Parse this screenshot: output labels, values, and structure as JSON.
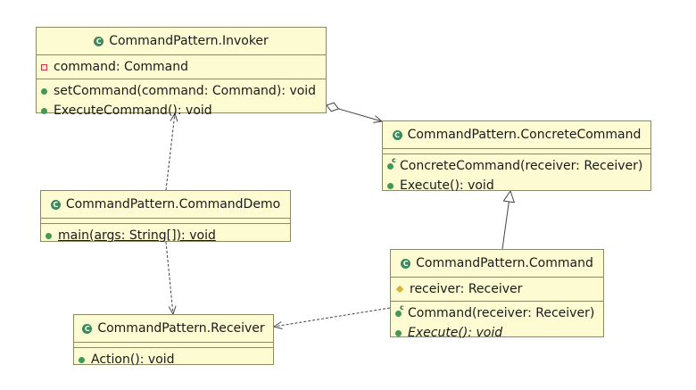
{
  "classes": {
    "invoker": {
      "name": "CommandPattern.Invoker",
      "fields": [
        {
          "text": "command: Command",
          "visibility": "private"
        }
      ],
      "methods": [
        {
          "text": "setCommand(command: Command): void",
          "visibility": "public"
        },
        {
          "text": "ExecuteCommand(): void",
          "visibility": "public"
        }
      ]
    },
    "concrete_command": {
      "name": "CommandPattern.ConcreteCommand",
      "fields": [],
      "methods": [
        {
          "text": "ConcreteCommand(receiver: Receiver)",
          "visibility": "constructor"
        },
        {
          "text": "Execute(): void",
          "visibility": "public"
        }
      ]
    },
    "command_demo": {
      "name": "CommandPattern.CommandDemo",
      "fields": [],
      "methods": [
        {
          "text": "main(args: String[]): void",
          "visibility": "public",
          "static": true
        }
      ]
    },
    "command": {
      "name": "CommandPattern.Command",
      "fields": [
        {
          "text": "receiver: Receiver",
          "visibility": "protected"
        }
      ],
      "methods": [
        {
          "text": "Command(receiver: Receiver)",
          "visibility": "constructor"
        },
        {
          "text": "Execute(): void",
          "visibility": "public",
          "abstract": true
        }
      ]
    },
    "receiver": {
      "name": "CommandPattern.Receiver",
      "fields": [],
      "methods": [
        {
          "text": "Action(): void",
          "visibility": "public"
        }
      ]
    }
  },
  "relations": [
    {
      "from": "invoker",
      "to": "concrete_command",
      "kind": "aggregation"
    },
    {
      "from": "command",
      "to": "concrete_command",
      "kind": "generalization"
    },
    {
      "from": "command_demo",
      "to": "invoker",
      "kind": "dependency"
    },
    {
      "from": "command_demo",
      "to": "receiver",
      "kind": "dependency"
    },
    {
      "from": "command",
      "to": "receiver",
      "kind": "dependency"
    }
  ],
  "colors": {
    "box_fill": "#fdfbd2",
    "box_border": "#8b8a62",
    "public_icon": "#3f9a55",
    "private_icon": "#c23b3b",
    "protected_icon": "#d8b436",
    "class_icon": "#3a8a5a",
    "line": "#444444"
  }
}
